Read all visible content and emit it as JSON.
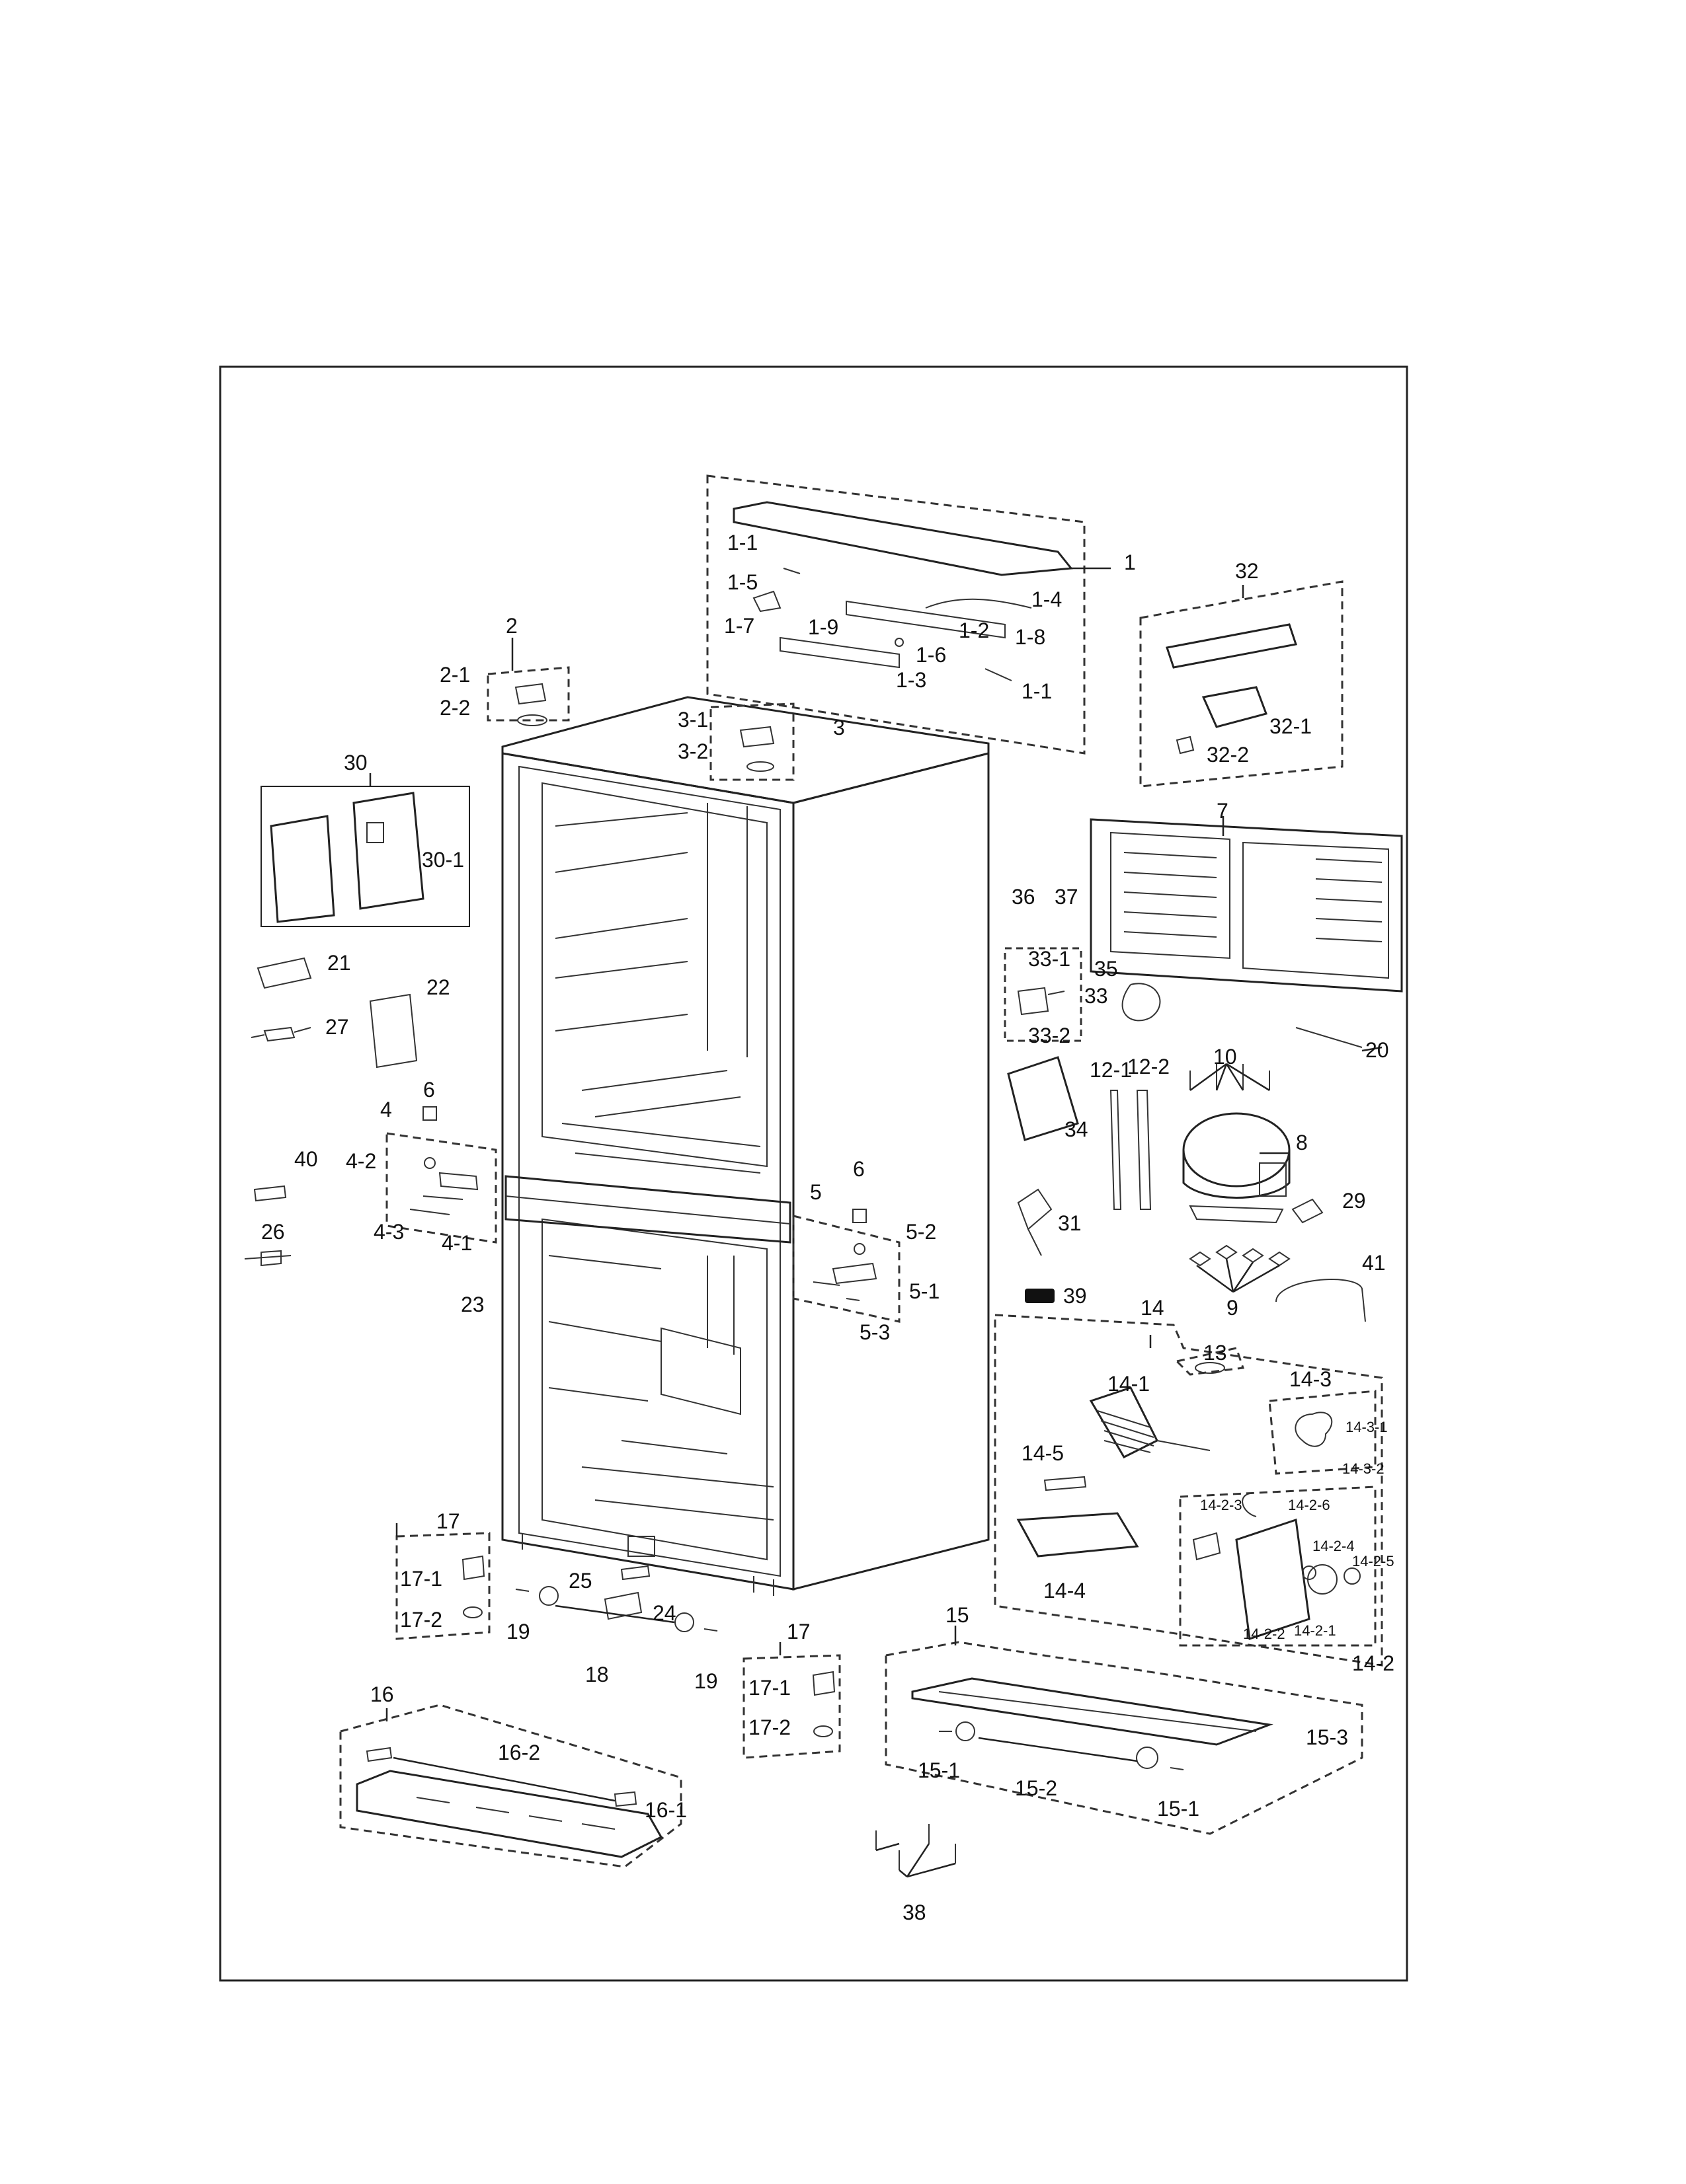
{
  "diagram": {
    "title": "",
    "labels": [
      {
        "id": "1",
        "text": "1"
      },
      {
        "id": "1-1a",
        "text": "1-1"
      },
      {
        "id": "1-1b",
        "text": "1-1"
      },
      {
        "id": "1-2",
        "text": "1-2"
      },
      {
        "id": "1-3",
        "text": "1-3"
      },
      {
        "id": "1-4",
        "text": "1-4"
      },
      {
        "id": "1-5",
        "text": "1-5"
      },
      {
        "id": "1-6",
        "text": "1-6"
      },
      {
        "id": "1-7",
        "text": "1-7"
      },
      {
        "id": "1-8",
        "text": "1-8"
      },
      {
        "id": "1-9",
        "text": "1-9"
      },
      {
        "id": "2",
        "text": "2"
      },
      {
        "id": "2-1",
        "text": "2-1"
      },
      {
        "id": "2-2",
        "text": "2-2"
      },
      {
        "id": "3",
        "text": "3"
      },
      {
        "id": "3-1",
        "text": "3-1"
      },
      {
        "id": "3-2",
        "text": "3-2"
      },
      {
        "id": "4",
        "text": "4"
      },
      {
        "id": "4-1",
        "text": "4-1"
      },
      {
        "id": "4-2",
        "text": "4-2"
      },
      {
        "id": "4-3",
        "text": "4-3"
      },
      {
        "id": "5",
        "text": "5"
      },
      {
        "id": "5-1",
        "text": "5-1"
      },
      {
        "id": "5-2",
        "text": "5-2"
      },
      {
        "id": "5-3",
        "text": "5-3"
      },
      {
        "id": "6a",
        "text": "6"
      },
      {
        "id": "6b",
        "text": "6"
      },
      {
        "id": "7",
        "text": "7"
      },
      {
        "id": "8",
        "text": "8"
      },
      {
        "id": "9",
        "text": "9"
      },
      {
        "id": "10",
        "text": "10"
      },
      {
        "id": "12-1",
        "text": "12-1"
      },
      {
        "id": "12-2",
        "text": "12-2"
      },
      {
        "id": "13",
        "text": "13"
      },
      {
        "id": "14",
        "text": "14"
      },
      {
        "id": "14-1",
        "text": "14-1"
      },
      {
        "id": "14-2",
        "text": "14-2"
      },
      {
        "id": "14-2-1",
        "text": "14-2-1"
      },
      {
        "id": "14-2-2",
        "text": "14-2-2"
      },
      {
        "id": "14-2-3",
        "text": "14-2-3"
      },
      {
        "id": "14-2-4",
        "text": "14-2-4"
      },
      {
        "id": "14-2-5",
        "text": "14-2-5"
      },
      {
        "id": "14-2-6",
        "text": "14-2-6"
      },
      {
        "id": "14-3",
        "text": "14-3"
      },
      {
        "id": "14-3-1",
        "text": "14-3-1"
      },
      {
        "id": "14-3-2",
        "text": "14-3-2"
      },
      {
        "id": "14-4",
        "text": "14-4"
      },
      {
        "id": "14-5",
        "text": "14-5"
      },
      {
        "id": "15",
        "text": "15"
      },
      {
        "id": "15-1a",
        "text": "15-1"
      },
      {
        "id": "15-1b",
        "text": "15-1"
      },
      {
        "id": "15-2",
        "text": "15-2"
      },
      {
        "id": "15-3",
        "text": "15-3"
      },
      {
        "id": "16",
        "text": "16"
      },
      {
        "id": "16-1",
        "text": "16-1"
      },
      {
        "id": "16-2",
        "text": "16-2"
      },
      {
        "id": "17a",
        "text": "17"
      },
      {
        "id": "17-1a",
        "text": "17-1"
      },
      {
        "id": "17-2a",
        "text": "17-2"
      },
      {
        "id": "17b",
        "text": "17"
      },
      {
        "id": "17-1b",
        "text": "17-1"
      },
      {
        "id": "17-2b",
        "text": "17-2"
      },
      {
        "id": "18",
        "text": "18"
      },
      {
        "id": "19a",
        "text": "19"
      },
      {
        "id": "19b",
        "text": "19"
      },
      {
        "id": "20",
        "text": "20"
      },
      {
        "id": "21",
        "text": "21"
      },
      {
        "id": "22",
        "text": "22"
      },
      {
        "id": "23",
        "text": "23"
      },
      {
        "id": "24",
        "text": "24"
      },
      {
        "id": "25",
        "text": "25"
      },
      {
        "id": "26",
        "text": "26"
      },
      {
        "id": "27",
        "text": "27"
      },
      {
        "id": "29",
        "text": "29"
      },
      {
        "id": "30",
        "text": "30"
      },
      {
        "id": "30-1",
        "text": "30-1"
      },
      {
        "id": "31",
        "text": "31"
      },
      {
        "id": "32",
        "text": "32"
      },
      {
        "id": "32-1",
        "text": "32-1"
      },
      {
        "id": "32-2",
        "text": "32-2"
      },
      {
        "id": "33",
        "text": "33"
      },
      {
        "id": "33-1",
        "text": "33-1"
      },
      {
        "id": "33-2",
        "text": "33-2"
      },
      {
        "id": "34",
        "text": "34"
      },
      {
        "id": "35",
        "text": "35"
      },
      {
        "id": "36",
        "text": "36"
      },
      {
        "id": "37",
        "text": "37"
      },
      {
        "id": "38",
        "text": "38"
      },
      {
        "id": "39",
        "text": "39"
      },
      {
        "id": "40",
        "text": "40"
      },
      {
        "id": "41",
        "text": "41"
      }
    ]
  }
}
